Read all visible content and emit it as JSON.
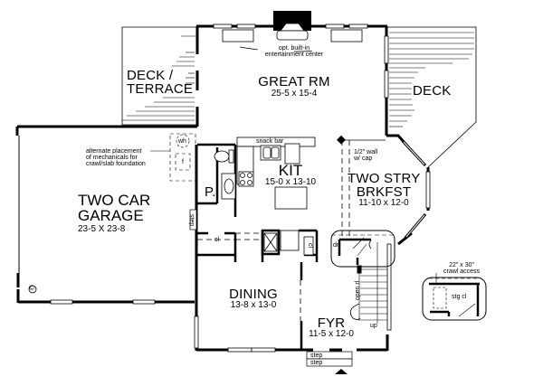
{
  "plan": {
    "rooms": {
      "great_room": {
        "name": "GREAT RM",
        "dims": "25-5 x 15-4"
      },
      "deck_terrace": {
        "name_line1": "DECK /",
        "name_line2": "TERRACE"
      },
      "deck": {
        "name": "DECK"
      },
      "garage": {
        "name_line1": "TWO CAR",
        "name_line2": "GARAGE",
        "dims": "23-5 X 23-8"
      },
      "kitchen": {
        "name": "KIT",
        "dims": "15-0 x 13-10"
      },
      "breakfast": {
        "name_line1": "TWO STRY",
        "name_line2": "BRKFST",
        "dims": "11-10 x 12-0"
      },
      "powder": {
        "name": "P."
      },
      "dining": {
        "name": "DINING",
        "dims": "13-8 x 13-0"
      },
      "foyer": {
        "name": "FYR",
        "dims": "11-5 x 12-0"
      }
    },
    "notes": {
      "entertainment_line1": "opt. built-in",
      "entertainment_line2": "entertainment center",
      "mechanicals_line1": "alternate placement",
      "mechanicals_line2": "of mechanicals for",
      "mechanicals_line3": "crawl/slab foundation",
      "water_heater": "wh",
      "furnace": "f",
      "snack_bar": "snack bar",
      "half_wall_line1": "1/2\" wall",
      "half_wall_line2": "w/ cap",
      "closet": "cl",
      "closet2": "cl",
      "stairs_down": "dn",
      "stairs_up": "up",
      "open_rail": "open rl",
      "step1": "step",
      "step2": "step",
      "garage_step": "step",
      "crawl_line1": "22\" x 30\"",
      "crawl_line2": "crawl access",
      "storage_closet": "stg cl",
      "copyright": "©"
    }
  }
}
